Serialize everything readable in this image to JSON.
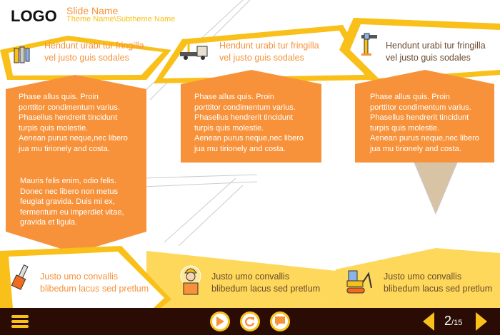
{
  "header": {
    "logo": "LOGO",
    "slide_name": "Slide Name",
    "theme_name": "Theme Name\\Subtheme Name"
  },
  "top_cards": [
    {
      "icon": "drafting-tools-icon",
      "line1": "Hendunt urabi tur fringilla",
      "line2": "vel justo guis sodales"
    },
    {
      "icon": "tow-truck-icon",
      "line1": "Hendunt urabi tur fringilla",
      "line2": "vel justo guis sodales"
    },
    {
      "icon": "tower-crane-icon",
      "line1": "Hendunt urabi tur fringilla",
      "line2": "vel justo guis sodales"
    }
  ],
  "boxes": [
    {
      "lines": [
        "Phase allus quis. Proin",
        "porttitor condimentum varius.",
        "Phasellus hendrerit tincidunt",
        "turpis quis molestie.",
        "Aenean purus neque,nec libero",
        "jua mu tirionely and costa."
      ]
    },
    {
      "lines": [
        "Phase allus quis. Proin",
        "porttitor condimentum varius.",
        "Phasellus hendrerit tincidunt",
        "turpis quis molestie.",
        "Aenean purus neque,nec libero",
        "jua mu tirionely and costa."
      ]
    },
    {
      "lines": [
        "Phase allus quis. Proin",
        "porttitor condimentum varius.",
        "Phasellus hendrerit tincidunt",
        "turpis quis molestie.",
        "Aenean purus neque,nec libero",
        "jua mu tirionely and costa."
      ]
    },
    {
      "lines": [
        "Mauris felis enim, odio felis.",
        "Donec nec libero non metus",
        "feugiat gravida. Duis mi ex,",
        "fermentum eu imperdiet vitae,",
        "gravida et ligula."
      ]
    }
  ],
  "bottom_cards": [
    {
      "icon": "chainsaw-icon",
      "line1": "Justo umo convallis",
      "line2": "blibedum lacus sed pretlum"
    },
    {
      "icon": "worker-icon",
      "line1": "Justo umo convallis",
      "line2": "blibedum lacus sed pretlum"
    },
    {
      "icon": "excavator-icon",
      "line1": "Justo umo convallis",
      "line2": "blibedum lacus sed pretlum"
    }
  ],
  "footer": {
    "page_current": "2",
    "page_total": "/15"
  },
  "colors": {
    "orange": "#f7923a",
    "yellow": "#f9c01a",
    "dark": "#2a0c04"
  }
}
